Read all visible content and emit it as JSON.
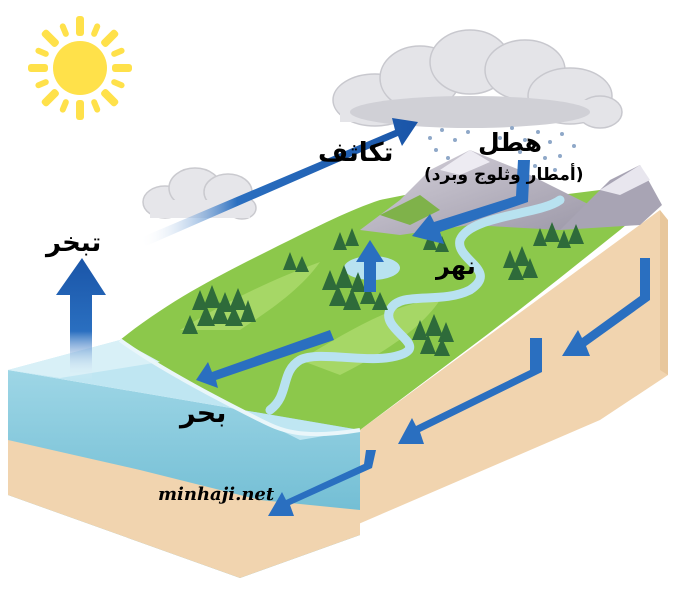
{
  "labels": {
    "condensation": "تكاثف",
    "precipitation": "هطل",
    "precipitation_detail": "(أمطار وثلوج وبرد)",
    "evaporation": "تبخر",
    "river": "نهر",
    "sea": "بحر"
  },
  "watermark": "minhaji.net",
  "icons": {
    "sun": "sun-icon",
    "cloud": "cloud-icon",
    "arrow": "flow-arrow-icon"
  },
  "colors": {
    "sun": "#FFE14A",
    "arrow": "#1E5FB4",
    "sea_top": "#BFE6F2",
    "sea_side": "#7EC6DA",
    "land_green": "#8CC84B",
    "soil": "#F1D4AF",
    "mountain": "#B8B4C0",
    "tree": "#2E6B3A"
  }
}
